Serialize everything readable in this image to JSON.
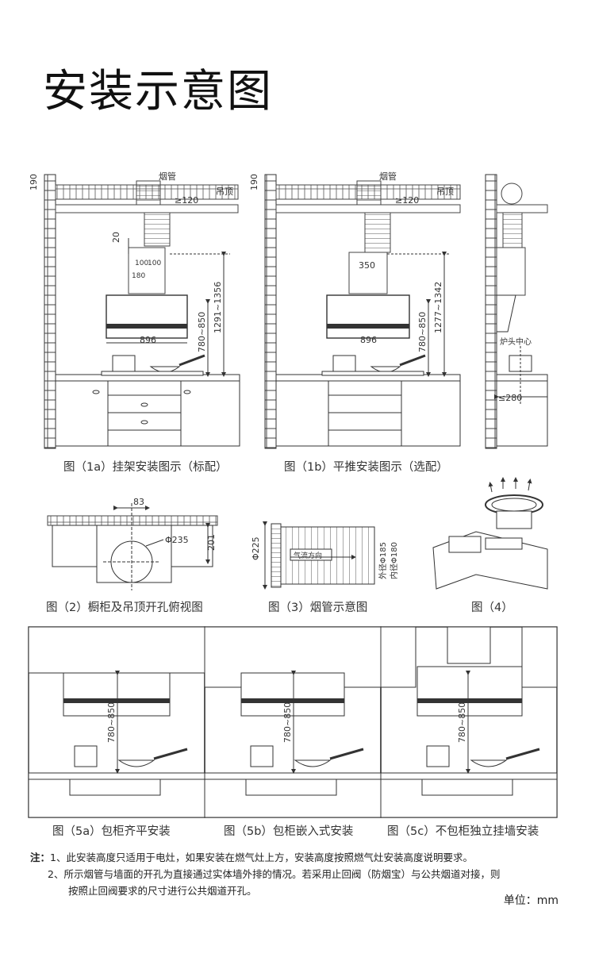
{
  "page_title": "安装示意图",
  "fig1a": {
    "caption": "图（1a）挂架安装图示（标配）",
    "label_flue": "烟管",
    "label_ceiling": "吊顶",
    "dim_190": "190",
    "dim_120": "≥120",
    "dim_20": "20",
    "dim_100a": "100",
    "dim_100b": "100",
    "dim_180": "180",
    "dim_896": "896",
    "dim_height": "780~850",
    "dim_total": "1291~1356"
  },
  "fig1b": {
    "caption": "图（1b）平推安装图示（选配）",
    "label_flue": "烟管",
    "label_ceiling": "吊顶",
    "dim_190": "190",
    "dim_120": "≥120",
    "dim_350": "350",
    "dim_896": "896",
    "dim_height": "780~850",
    "dim_total": "1277~1342"
  },
  "fig1c": {
    "label_burner": "炉头中心",
    "dim_280": "≤280"
  },
  "fig2": {
    "caption": "图（2）橱柜及吊顶开孔俯视图",
    "dim_83": "83",
    "dim_235": "Φ235",
    "dim_201": "201"
  },
  "fig3": {
    "caption": "图（3）烟管示意图",
    "dim_225": "Φ225",
    "label_flow": "气流方向",
    "label_outer": "外径Φ185",
    "label_inner": "内径Φ180"
  },
  "fig4": {
    "caption": "图（4）"
  },
  "fig5a": {
    "caption": "图（5a）包柜齐平安装",
    "dim": "780~850"
  },
  "fig5b": {
    "caption": "图（5b）包柜嵌入式安装",
    "dim": "780~850"
  },
  "fig5c": {
    "caption": "图（5c）不包柜独立挂墙安装",
    "dim": "780~850"
  },
  "notes": {
    "label": "注：",
    "line1": "1、此安装高度只适用于电灶，如果安装在燃气灶上方，安装高度按照燃气灶安装高度说明要求。",
    "line2": "2、所示烟管与墙面的开孔为直接通过实体墙外排的情况。若采用止回阀（防烟宝）与公共烟道对接，则",
    "line3": "按照止回阀要求的尺寸进行公共烟道开孔。"
  },
  "unit": "单位：mm"
}
